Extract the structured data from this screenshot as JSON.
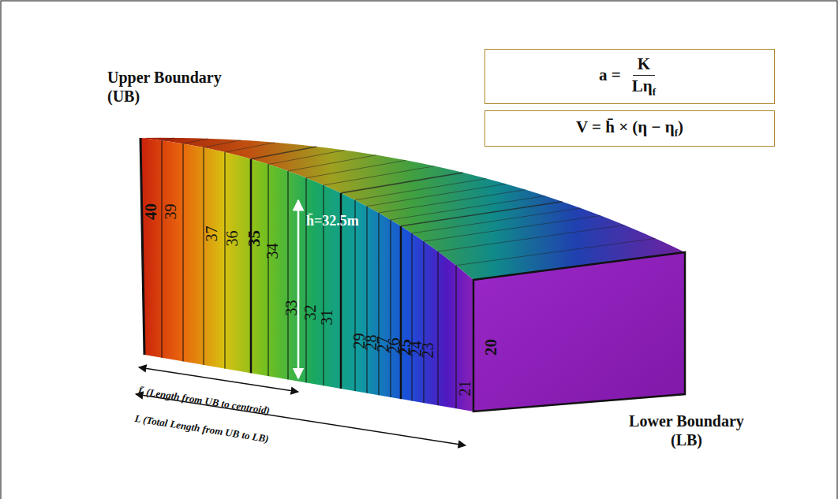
{
  "diagram": {
    "nodes": [
      {
        "text": [
          "a =",
          "K",
          "Lη",
          "f"
        ]
      },
      {
        "text": [
          "V = ",
          "h̄ × (η − η",
          "f",
          ")"
        ]
      }
    ],
    "labels": [
      "Upper Boundary (UB)",
      "Lower Boundary (LB)",
      "h̄=32.5m",
      "40",
      "39",
      "37",
      "36",
      "35",
      "34",
      "33",
      "32",
      "31",
      "29",
      "28",
      "27",
      "26",
      "25",
      "24",
      "23",
      "21",
      "20",
      "L̄ (Length from UB to centroid)",
      "L (Total Length from UB to LB)"
    ]
  }
}
